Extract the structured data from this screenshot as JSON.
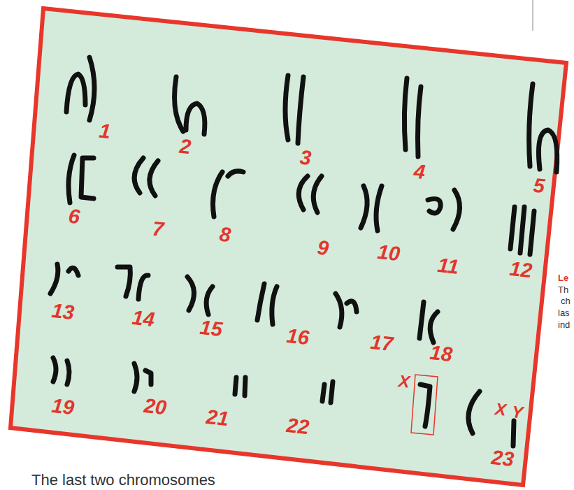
{
  "diagram": {
    "labels": [
      "1",
      "2",
      "3",
      "4",
      "5",
      "6",
      "7",
      "8",
      "9",
      "10",
      "11",
      "12",
      "13",
      "14",
      "15",
      "16",
      "17",
      "18",
      "19",
      "20",
      "21",
      "22",
      "X",
      "X",
      "Y",
      "23",
      "The last two chromosomes",
      "Le",
      "Th",
      "ch",
      "las",
      "ind"
    ]
  }
}
